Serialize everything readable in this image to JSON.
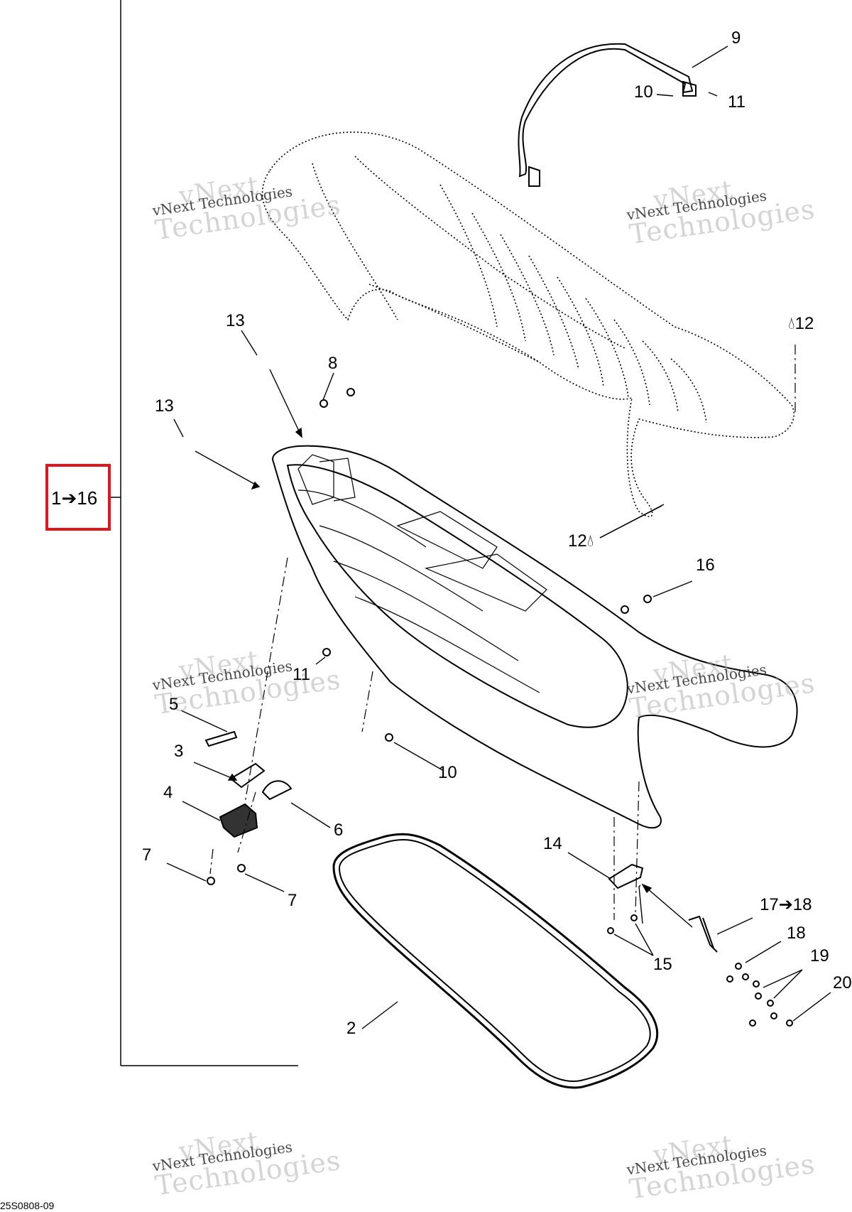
{
  "callout": {
    "text": "1➔16",
    "border_color": "#e0161c"
  },
  "labels": {
    "l2": "2",
    "l3": "3",
    "l4": "4",
    "l5": "5",
    "l6": "6",
    "l7a": "7",
    "l7b": "7",
    "l8": "8",
    "l9": "9",
    "l10a": "10",
    "l10b": "10",
    "l11a": "11",
    "l11b": "11",
    "l12a": "12",
    "l12b": "12",
    "l13a": "13",
    "l13b": "13",
    "l14": "14",
    "l15": "15",
    "l16": "16",
    "l17": "17➔18",
    "l18": "18",
    "l19": "19",
    "l20": "20"
  },
  "drop_icon": "drop-icon",
  "watermark": {
    "line1": "vNext",
    "line2": "vNext Technologies",
    "line3": "Technologies"
  },
  "doc_code": "25S0808-09"
}
